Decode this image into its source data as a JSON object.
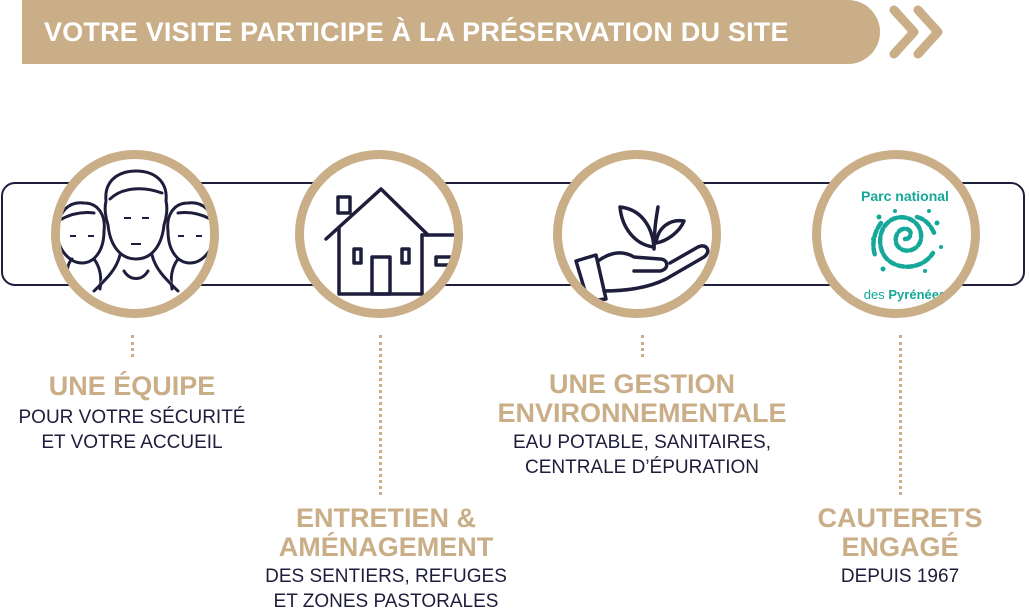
{
  "banner": {
    "text": "VOTRE VISITE PARTICIPE À LA PRÉSERVATION DU SITE"
  },
  "colors": {
    "gold": "#c9ae87",
    "navy": "#1e1e3c",
    "teal": "#15a89a"
  },
  "icons": [
    "people-icon",
    "house-icon",
    "hand-plant-icon",
    "parc-national-logo"
  ],
  "logo": {
    "line1": "Parc national",
    "line2": "des",
    "line3": "Pyrénées"
  },
  "items": [
    {
      "title": "UNE ÉQUIPE",
      "sub": "POUR VOTRE SÉCURITÉ\nET VOTRE ACCUEIL"
    },
    {
      "title": "ENTRETIEN &\nAMÉNAGEMENT",
      "sub": "DES SENTIERS, REFUGES\nET ZONES PASTORALES"
    },
    {
      "title": "UNE GESTION\nENVIRONNEMENTALE",
      "sub": "EAU POTABLE, SANITAIRES,\nCENTRALE D’ÉPURATION"
    },
    {
      "title": "CAUTERETS\nENGAGÉ",
      "sub": "DEPUIS 1967"
    }
  ]
}
